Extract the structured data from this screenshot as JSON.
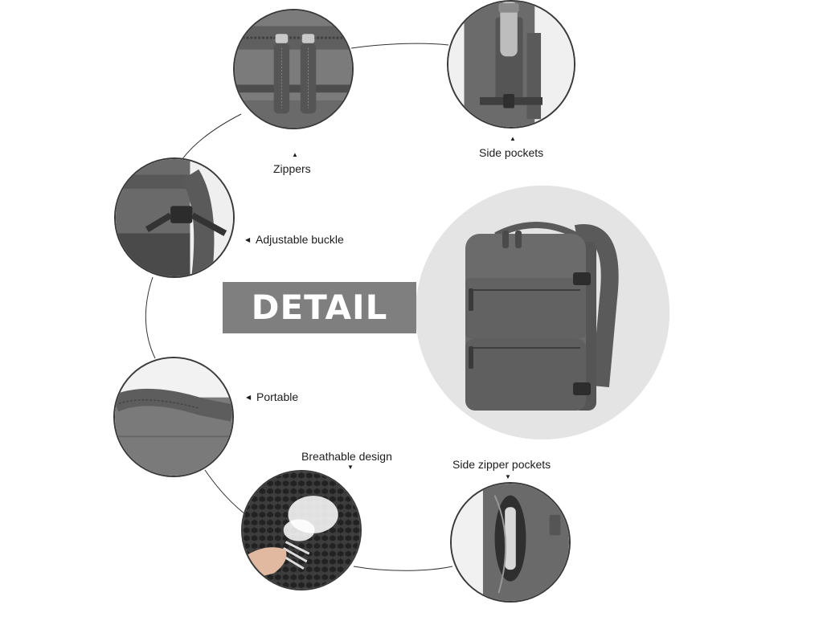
{
  "banner": {
    "title": "DETAIL"
  },
  "arrows": {
    "up": "▲",
    "left": "◀",
    "down": "▼"
  },
  "features": {
    "zippers": "Zippers",
    "side_pockets": "Side pockets",
    "adjustable_buckle": "Adjustable buckle",
    "portable": "Portable",
    "breathable_design": "Breathable design",
    "side_zipper_pockets": "Side zipper pockets"
  },
  "colors": {
    "banner_bg": "#7f7f7f",
    "bag_grey": "#6b6b6b",
    "circle_border": "#3a3a3a"
  }
}
